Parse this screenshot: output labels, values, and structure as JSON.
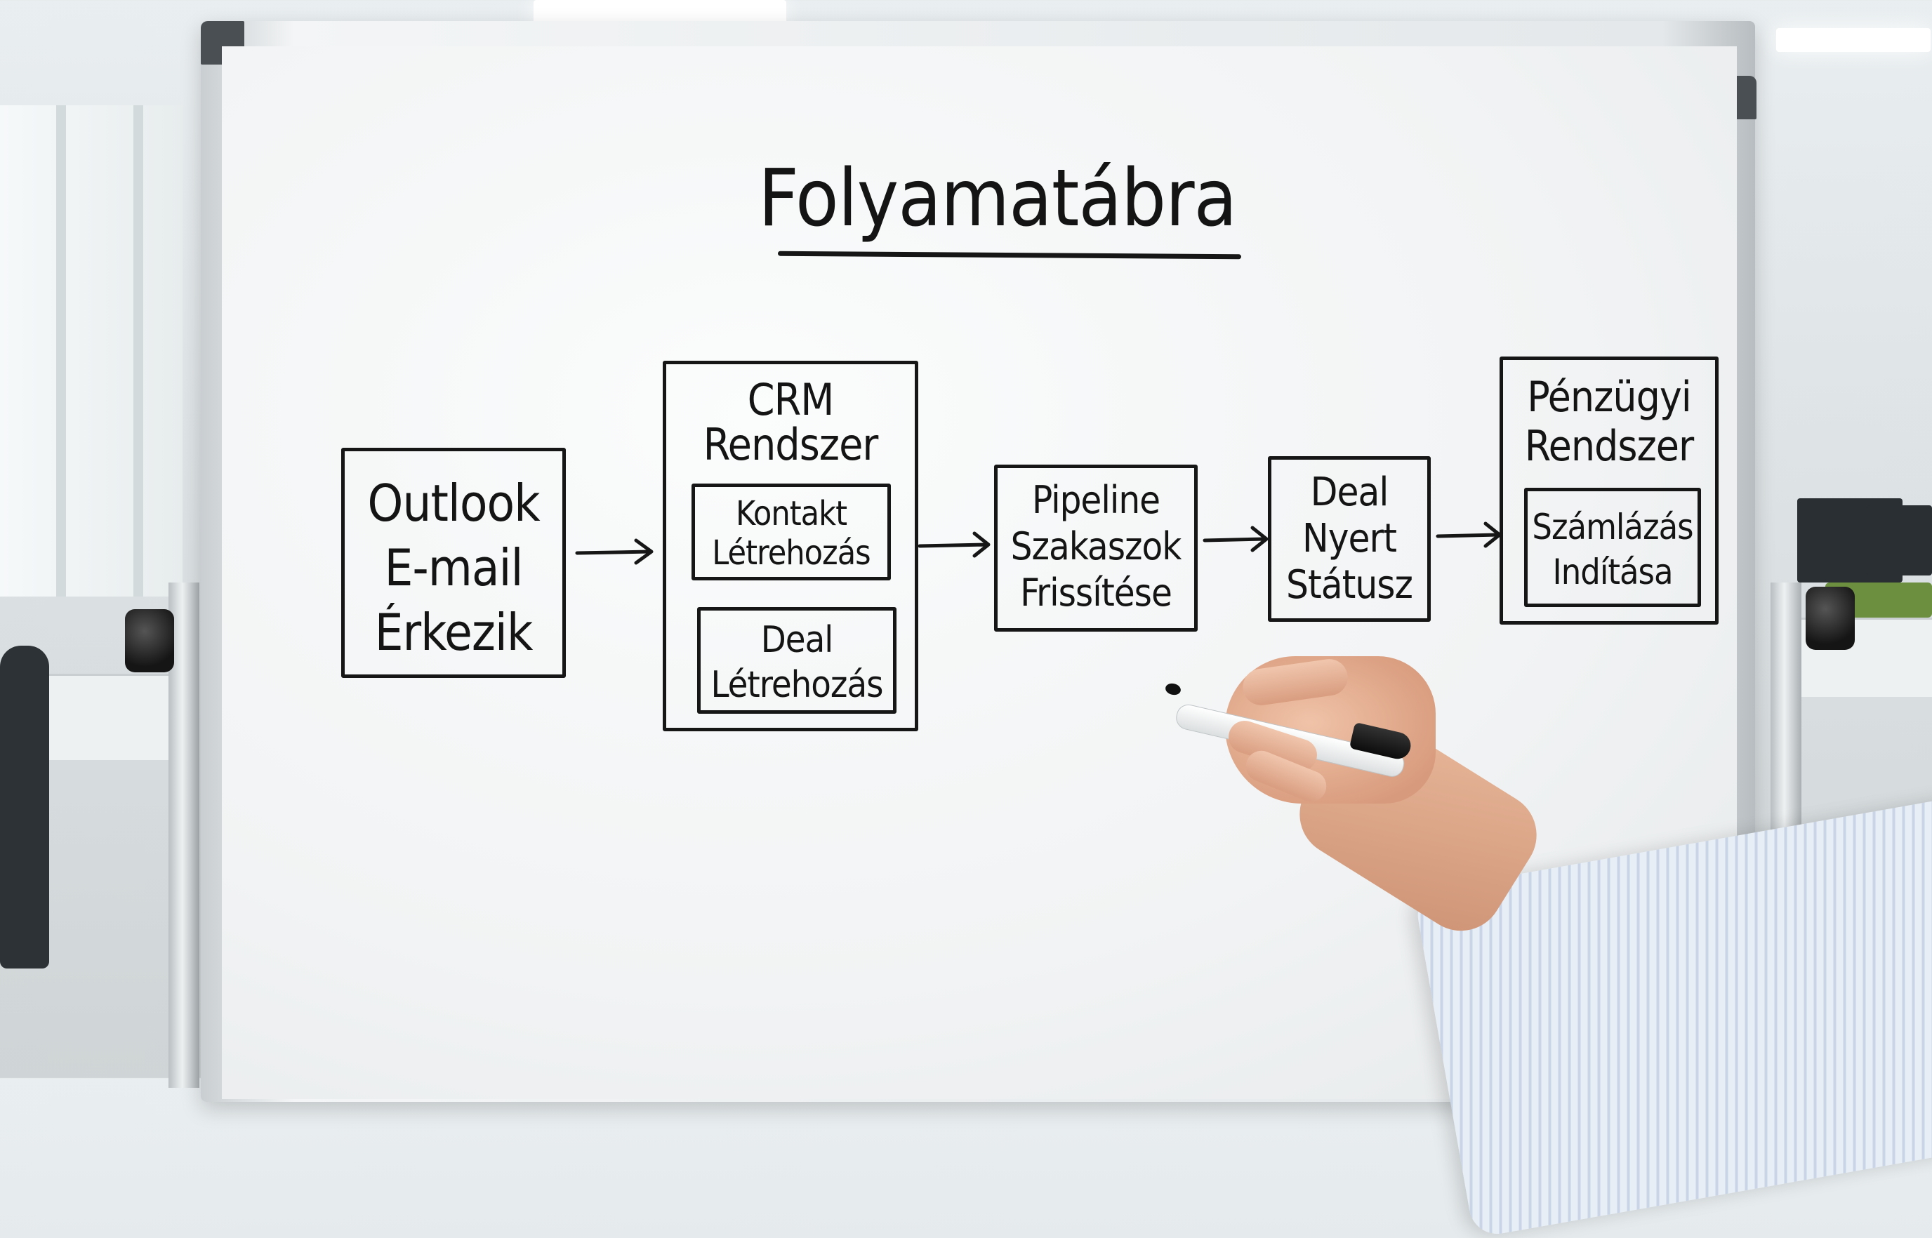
{
  "title": "Folyamatábra",
  "steps": [
    {
      "lines": [
        "Outlook",
        "E-mail",
        "Érkezik"
      ]
    },
    {
      "lines": [
        "CRM",
        "Rendszer"
      ],
      "sub_boxes": [
        {
          "lines": [
            "Kontakt",
            "Létrehozás"
          ]
        },
        {
          "lines": [
            "Deal",
            "Létrehozás"
          ]
        }
      ]
    },
    {
      "lines": [
        "Pipeline",
        "Szakaszok",
        "Frissítése"
      ]
    },
    {
      "lines": [
        "Deal",
        "Nyert",
        "Státusz"
      ]
    },
    {
      "lines": [
        "Pénzügyi",
        "Rendszer"
      ],
      "sub_boxes": [
        {
          "lines": [
            "Számlázás",
            "Indítása"
          ]
        }
      ]
    }
  ],
  "colors": {
    "ink": "#161616",
    "board": "#f3f5f6",
    "frame": "#dfe3e5"
  },
  "icons": [
    "marker-icon"
  ]
}
